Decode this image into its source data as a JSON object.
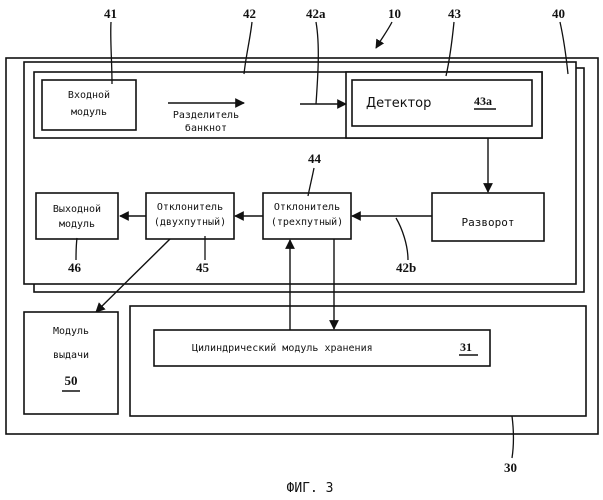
{
  "figure": {
    "caption": "ФИГ. 3",
    "ref_10": "10",
    "ref_30": "30",
    "ref_40": "40"
  },
  "input_module": {
    "line1": "Входной",
    "line2": "модуль",
    "ref": "41"
  },
  "separator": {
    "line1": "Разделитель",
    "line2": "банкнот",
    "ref": "42",
    "ref_out": "42a"
  },
  "detector": {
    "label": "Детектор",
    "ref_inner": "43a",
    "ref": "43"
  },
  "reverser": {
    "label": "Разворот"
  },
  "deflector_three": {
    "line1": "Отклонитель",
    "line2": "(трехпутный)",
    "ref": "44",
    "ref_in": "42b"
  },
  "deflector_two": {
    "line1": "Отклонитель",
    "line2": "(двухпутный)",
    "ref": "45"
  },
  "output_module": {
    "line1": "Выходной",
    "line2": "модуль",
    "ref": "46"
  },
  "dispense_module": {
    "line1": "Модуль",
    "line2": "выдачи",
    "ref": "50"
  },
  "storage_module": {
    "label": "Цилиндрический модуль хранения",
    "ref": "31"
  }
}
